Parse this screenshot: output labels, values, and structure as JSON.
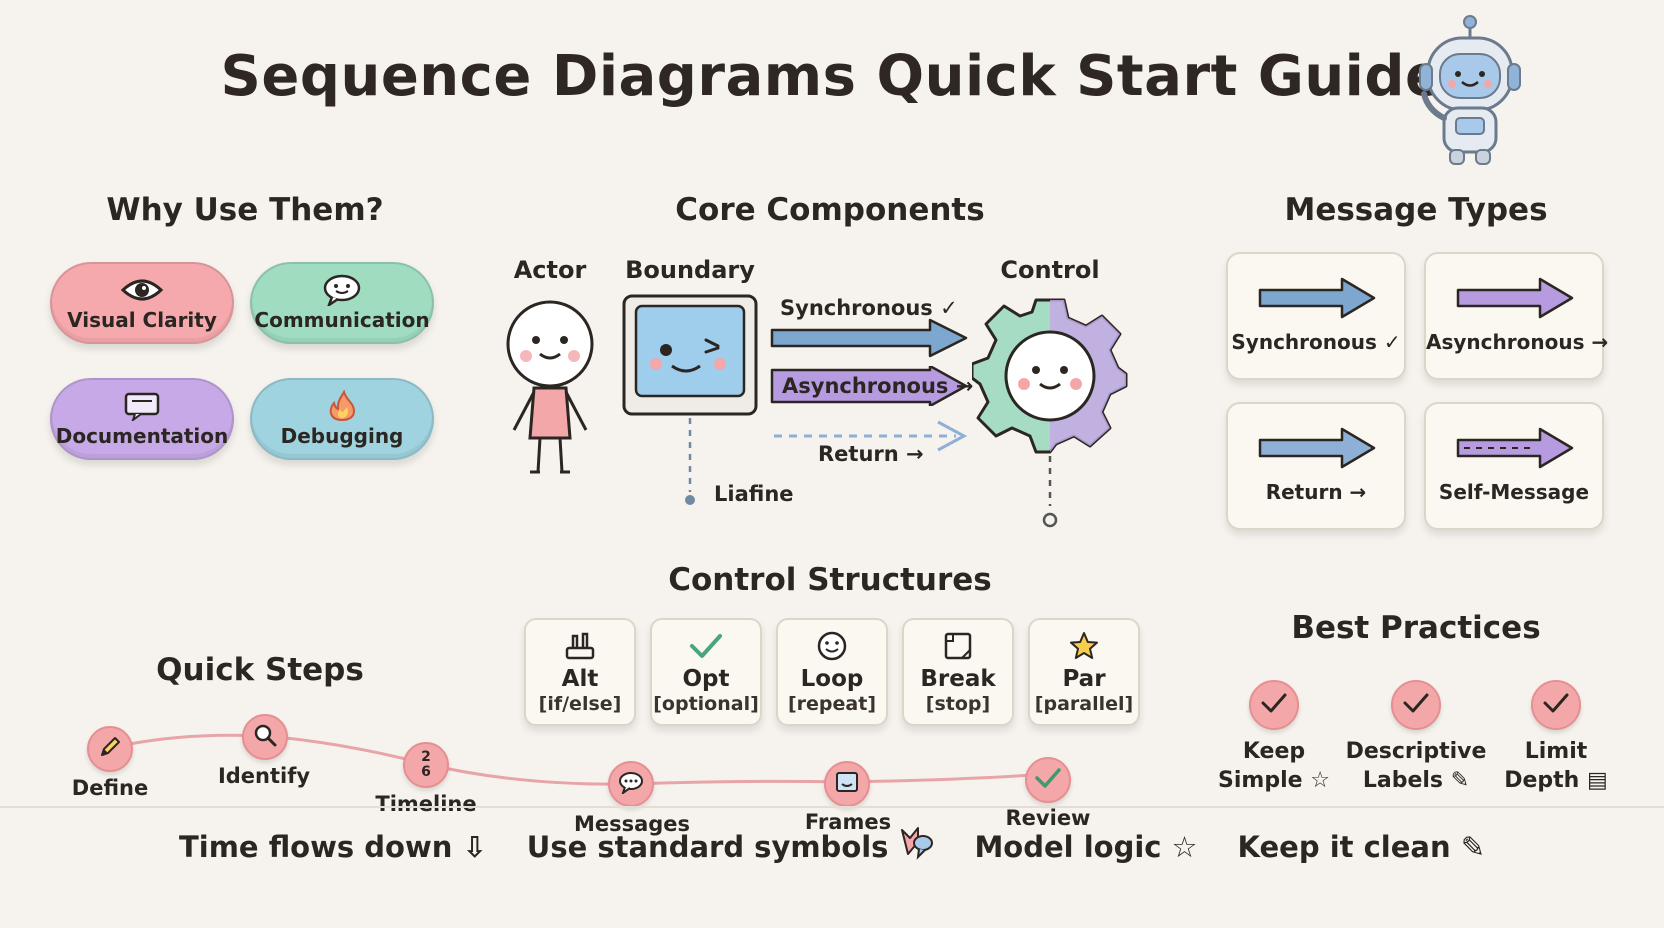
{
  "title": "Sequence Diagrams Quick Start Guide",
  "why": {
    "heading": "Why Use Them?",
    "items": [
      {
        "label": "Visual Clarity",
        "icon": "eye-icon",
        "color": "#f6a9ad"
      },
      {
        "label": "Communication",
        "icon": "speech-bubble-icon",
        "color": "#9fdcc0"
      },
      {
        "label": "Documentation",
        "icon": "document-icon",
        "color": "#c6a9e6"
      },
      {
        "label": "Debugging",
        "icon": "flame-icon",
        "color": "#9fd3e0"
      }
    ]
  },
  "core": {
    "heading": "Core Components",
    "actor": "Actor",
    "boundary": "Boundary",
    "control": "Control",
    "lifeline": "Liafine",
    "sync": "Synchronous ✓",
    "async": "Asynchronous →",
    "return": "Return →"
  },
  "message_types": {
    "heading": "Message Types",
    "items": [
      {
        "label": "Synchronous ✓",
        "color": "#7ea7cf"
      },
      {
        "label": "Asynchronous →",
        "color": "#b79be0"
      },
      {
        "label": "Return →",
        "color": "#8fb0d6"
      },
      {
        "label": "Self-Message",
        "color": "#b79be0"
      }
    ]
  },
  "control_structures": {
    "heading": "Control Structures",
    "items": [
      {
        "name": "Alt",
        "sub": "[if/else]",
        "icon": "fork-icon"
      },
      {
        "name": "Opt",
        "sub": "[optional]",
        "icon": "check-icon"
      },
      {
        "name": "Loop",
        "sub": "[repeat]",
        "icon": "smiley-icon"
      },
      {
        "name": "Break",
        "sub": "[stop]",
        "icon": "frame-icon"
      },
      {
        "name": "Par",
        "sub": "[parallel]",
        "icon": "star-icon"
      }
    ]
  },
  "quick_steps": {
    "heading": "Quick Steps",
    "steps": [
      {
        "label": "Define",
        "icon": "pencil-icon"
      },
      {
        "label": "Identify",
        "icon": "magnifier-icon"
      },
      {
        "label": "Timeline",
        "icon": "numbers-icon",
        "glyph_top": "2",
        "glyph_bottom": "6"
      },
      {
        "label": "Messages",
        "icon": "chat-icon"
      },
      {
        "label": "Frames",
        "icon": "frame-icon"
      },
      {
        "label": "Review",
        "icon": "check-icon"
      }
    ]
  },
  "best_practices": {
    "heading": "Best Practices",
    "items": [
      {
        "line1": "Keep",
        "line2": "Simple ☆"
      },
      {
        "line1": "Descriptive",
        "line2": "Labels ✎"
      },
      {
        "line1": "Limit",
        "line2": "Depth ▤"
      }
    ]
  },
  "footer": {
    "items": [
      {
        "text": "Time flows down ⇩"
      },
      {
        "text": "Use standard symbols"
      },
      {
        "text": "Model logic ☆"
      },
      {
        "text": "Keep it clean ✎"
      }
    ]
  },
  "colors": {
    "pink": "#f4a7a9",
    "blue": "#7ea7cf",
    "purple": "#b79be0",
    "mint": "#9fdcc0",
    "cream": "#fbf8f2"
  }
}
